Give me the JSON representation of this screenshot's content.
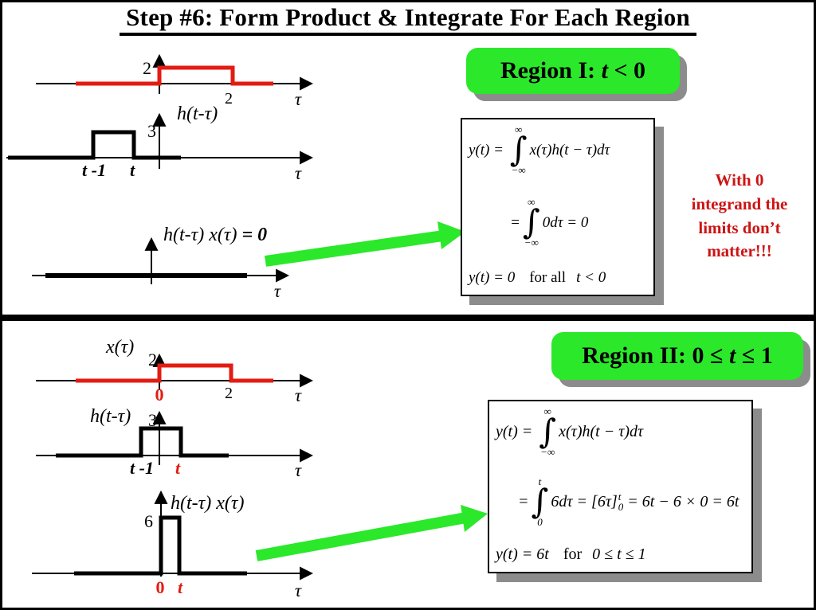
{
  "title": "Step #6: Form Product & Integrate For Each Region",
  "colors": {
    "red": "#E31B12",
    "red_text": "#CC1414",
    "green": "#2BE82B",
    "shadow": "#8C8C8C"
  },
  "symbols": {
    "integral": "∫"
  },
  "region1": {
    "banner": {
      "prefix": "Region I: ",
      "var": "t",
      "rest": " < 0"
    },
    "note": "With 0\nintegrand the\nlimits don’t\nmatter!!!",
    "formula": {
      "line1": {
        "lhs": "y(t) = ",
        "upper": "∞",
        "lower": "−∞",
        "integrand": "x(τ)h(t − τ)dτ"
      },
      "line2": {
        "lhs": "=",
        "upper": "∞",
        "lower": "−∞",
        "integrand": "0dτ = 0"
      },
      "line3": {
        "result": "y(t) = 0",
        "mid": "for all",
        "cond": "t < 0"
      }
    },
    "plots": {
      "p1": {
        "height_label": "2",
        "x_tick": "2",
        "axis": "τ"
      },
      "p2": {
        "title": "h(t-τ)",
        "height_label": "3",
        "left": "t -1",
        "right": "t",
        "axis": "τ"
      },
      "p3": {
        "title": "h(t-τ) x(τ)",
        "suffix": " = 0",
        "axis": "τ"
      }
    }
  },
  "region2": {
    "banner": {
      "prefix": "Region II: 0 ≤ ",
      "var": "t",
      "rest": " ≤ 1"
    },
    "formula": {
      "line1": {
        "lhs": "y(t) = ",
        "upper": "∞",
        "lower": "−∞",
        "integrand": "x(τ)h(t − τ)dτ"
      },
      "line2": {
        "lhs": "=",
        "upper": "t",
        "lower": "0",
        "integrand": "6dτ = ",
        "bracket": "[6τ]",
        "sup": "t",
        "sub": "0",
        "tail": " = 6t − 6 × 0 = 6t"
      },
      "line3": {
        "result": "y(t) = 6t",
        "mid": "for",
        "cond": "0 ≤ t ≤ 1"
      }
    },
    "plots": {
      "p4": {
        "title": "x(τ)",
        "height_label": "2",
        "zero": "0",
        "x_tick": "2",
        "axis": "τ"
      },
      "p5": {
        "title": "h(t-τ)",
        "height_label": "3",
        "left": "t -1",
        "right": "t",
        "axis": "τ"
      },
      "p6": {
        "title": "h(t-τ) x(τ)",
        "height_label": "6",
        "zero": "0",
        "t_label": "t",
        "axis": "τ"
      }
    }
  }
}
